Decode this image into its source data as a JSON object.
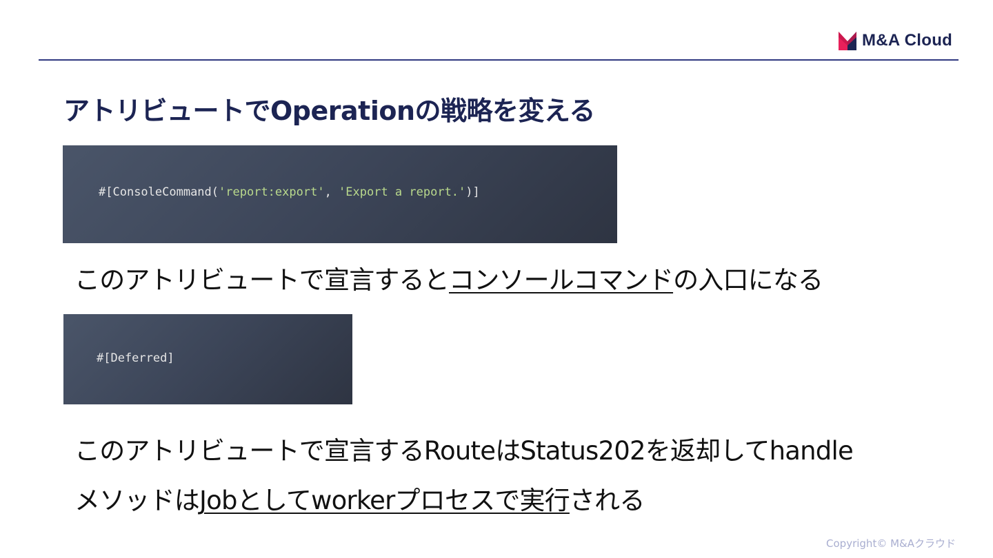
{
  "brand": {
    "name": "M&A Cloud",
    "mark_colors": [
      "#e8205a",
      "#1c2453"
    ]
  },
  "slide": {
    "title": "アトリビュートでOperationの戦略を変える",
    "code1": {
      "prefix": "#[",
      "name": "ConsoleCommand",
      "open": "(",
      "arg1": "'report:export'",
      "sep": ", ",
      "arg2": "'Export a report.'",
      "close": ")]"
    },
    "desc1": {
      "before": "このアトリビュートで宣言すると",
      "underlined": "コンソールコマンド",
      "after": "の入口になる"
    },
    "code2": "#[Deferred]",
    "desc2": {
      "line1": "このアトリビュートで宣言するRouteはStatus202を返却してhandle",
      "line2_before": "メソッドは",
      "line2_underlined": "Jobとしてworkerプロセスで実行",
      "line2_after": "される"
    }
  },
  "footer": {
    "copyright": "Copyright© M&Aクラウド"
  }
}
